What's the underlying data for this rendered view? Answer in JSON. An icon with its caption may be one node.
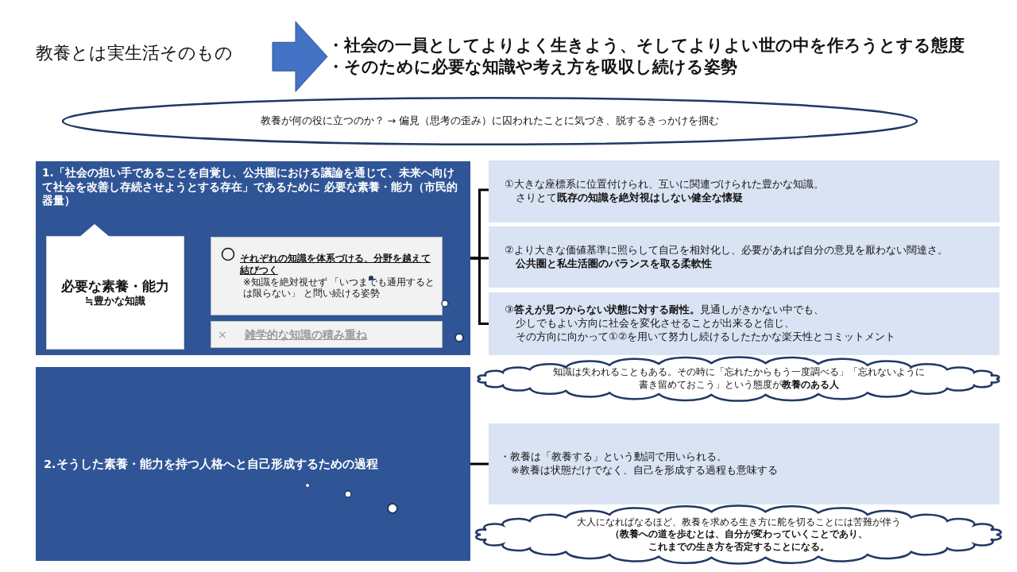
{
  "diagram": {
    "nodes": [
      {
        "text": [
          "教養とは実生活そのもの"
        ]
      },
      {
        "text": [
          "・社会の一員としてよりよく生きよう、そしてよりよい世の中を作ろうとする態度",
          "・そのために必要な知識や考え方を吸収し続ける姿勢"
        ]
      },
      {
        "text": [
          "教養が何の役に立つのか？ → 偏見（思考の歪み）に囚われたことに気づき、脱するきっかけを掴む"
        ]
      },
      {
        "text": [
          "1.「社会の担い手であることを自覚し、公共圏における議論を通じて、未来へ向けて社会を改善し存続させようとする存在」であるために 必要な素養・能力（市民的器量）"
        ]
      },
      {
        "text": [
          "必要な素養・能力",
          "≒豊かな知識"
        ],
        "in": 3
      },
      {
        "text": [
          "それぞれの知識を体系づける、分野を越えて結びつく",
          "※知識を絶対視せず 「いつまでも通用するとは限らない」 と問い続ける姿勢"
        ],
        "in": 3
      },
      {
        "text": [
          "×",
          "雑学的な知識の積み重ね"
        ],
        "in": 3
      },
      {
        "text": [
          "①大きな座標系に位置付けられ、互いに関連づけられた豊かな知識。",
          "さりとて**既存の知識を絶対視はしない健全な懐疑**"
        ]
      },
      {
        "text": [
          "②より大きな価値基準に照らして自己を相対化し、必要があれば自分の意見を厭わない闊達さ。",
          "**公共圏と私生活圏のバランスを取る柔軟性**"
        ]
      },
      {
        "text": [
          "③**答えが見つからない状態に対する耐性。**見通しがきかない中でも、",
          "少しでもよい方向に社会を変化させることが出来ると信じ、",
          "その方向に向かって①②を用いて努力し続けるしたたかな楽天性とコミットメント"
        ]
      },
      {
        "text": [
          "2.そうした素養・能力を持つ人格へと自己形成するための過程"
        ]
      },
      {
        "text": [
          "・教養は「教養する」という動詞で用いられる。",
          "※教養は状態だけでなく、自己を形成する過程も意味する"
        ]
      },
      {
        "text": [
          "知識は失われることもある。その時に「忘れたからもう一度調べる」「忘れないように",
          "書き留めておこう」という態度が**教養のある人**"
        ]
      },
      {
        "text": [
          "大人になればなるほど、教養を求める生き方に舵を切ることには苦難が伴う",
          "**（教養への道を歩むとは、自分が変わっていくことであり、**",
          "**これまでの生き方を否定することになる。**"
        ]
      }
    ],
    "edges": [
      {
        "from": 0,
        "to": 1,
        "arrow": "to",
        "style": "thick",
        "color": "#4472c4"
      },
      {
        "from": 3,
        "to": 7,
        "arrow": "none"
      },
      {
        "from": 3,
        "to": 8,
        "arrow": "none"
      },
      {
        "from": 3,
        "to": 9,
        "arrow": "none"
      },
      {
        "from": 10,
        "to": 11,
        "arrow": "none"
      }
    ]
  }
}
